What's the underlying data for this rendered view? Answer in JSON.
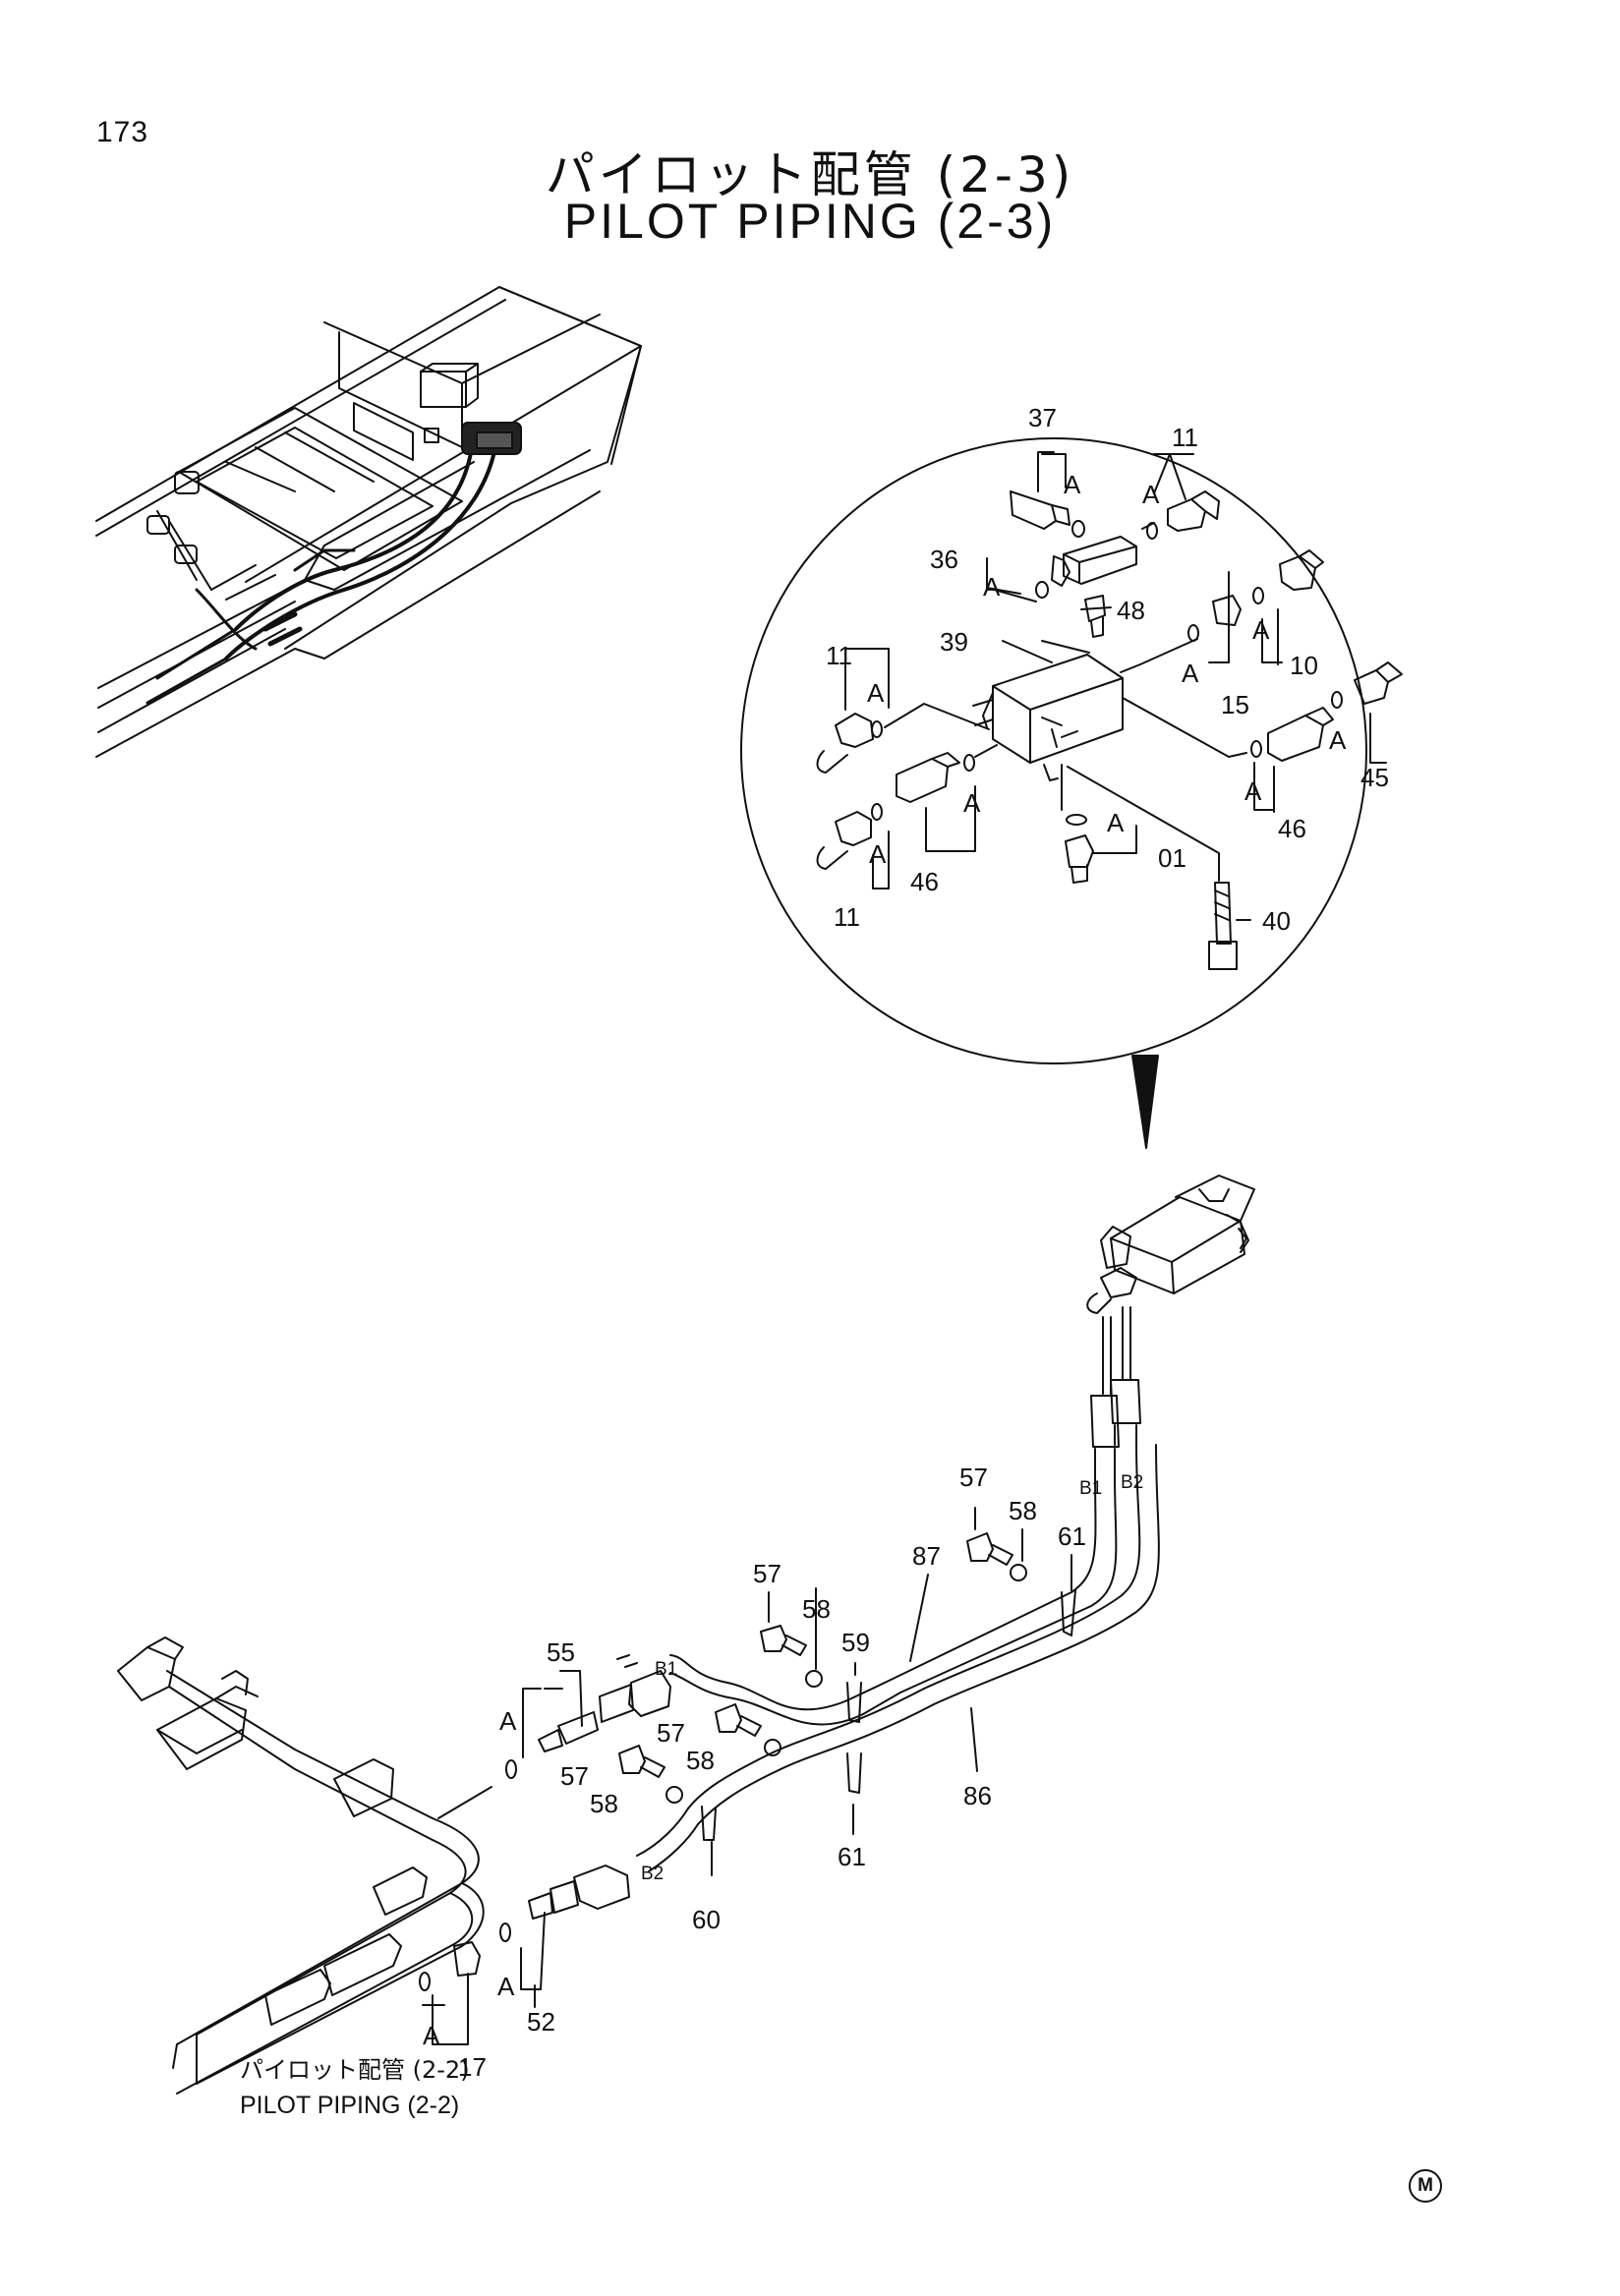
{
  "page_number": "173",
  "title": {
    "jp": "パイロット配管 (2-3)",
    "en": "PILOT PIPING (2-3)"
  },
  "reference": {
    "jp": "パイロット配管 (2-2)",
    "en": "PILOT PIPING (2-2)"
  },
  "manufacturer_mark": "M",
  "detail_callouts": [
    {
      "text": "37"
    },
    {
      "text": "11"
    },
    {
      "text": "A"
    },
    {
      "text": "A"
    },
    {
      "text": "36"
    },
    {
      "text": "A"
    },
    {
      "text": "48"
    },
    {
      "text": "A"
    },
    {
      "text": "A"
    },
    {
      "text": "10"
    },
    {
      "text": "39"
    },
    {
      "text": "A"
    },
    {
      "text": "15"
    },
    {
      "text": "11"
    },
    {
      "text": "A"
    },
    {
      "text": "A"
    },
    {
      "text": "45"
    },
    {
      "text": "A"
    },
    {
      "text": "46"
    },
    {
      "text": "A"
    },
    {
      "text": "46"
    },
    {
      "text": "A"
    },
    {
      "text": "A"
    },
    {
      "text": "01"
    },
    {
      "text": "11"
    },
    {
      "text": "40"
    }
  ],
  "lower_callouts": [
    {
      "text": "57"
    },
    {
      "text": "58"
    },
    {
      "text": "61"
    },
    {
      "text": "87"
    },
    {
      "text": "B1"
    },
    {
      "text": "B2"
    },
    {
      "text": "57"
    },
    {
      "text": "58"
    },
    {
      "text": "59"
    },
    {
      "text": "55"
    },
    {
      "text": "B1"
    },
    {
      "text": "A"
    },
    {
      "text": "57"
    },
    {
      "text": "58"
    },
    {
      "text": "57"
    },
    {
      "text": "58"
    },
    {
      "text": "86"
    },
    {
      "text": "61"
    },
    {
      "text": "B2"
    },
    {
      "text": "60"
    },
    {
      "text": "A"
    },
    {
      "text": "52"
    },
    {
      "text": "A"
    },
    {
      "text": "17"
    }
  ]
}
